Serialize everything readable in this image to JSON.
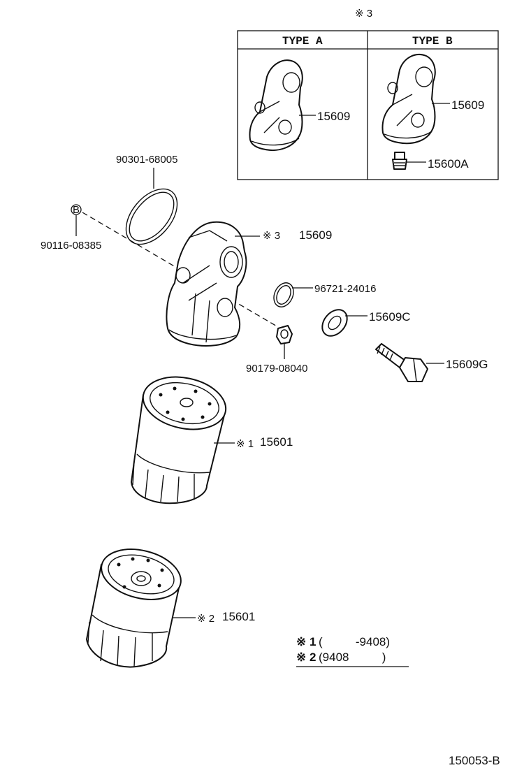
{
  "diagram": {
    "ref_mark_top": "※ 3",
    "type_table": {
      "headers": [
        "TYPE A",
        "TYPE B"
      ],
      "type_a_part": "15609",
      "type_b_parts": [
        "15609",
        "15600A"
      ]
    },
    "parts": {
      "o_ring_large": "90301-68005",
      "bolt_b": "90116-08385",
      "bolt_b_marker": "B",
      "bracket_ref": "※ 3",
      "bracket": "15609",
      "gasket_small": "96721-24016",
      "washer": "15609C",
      "plug": "90179-08040",
      "union_bolt": "15609G",
      "filter1_ref": "※ 1",
      "filter1": "15601",
      "filter2_ref": "※ 2",
      "filter2": "15601"
    },
    "notes": [
      {
        "mark": "※ 1",
        "range": "(          -9408)"
      },
      {
        "mark": "※ 2",
        "range": "(9408          )"
      }
    ],
    "figure_code": "150053-B"
  }
}
